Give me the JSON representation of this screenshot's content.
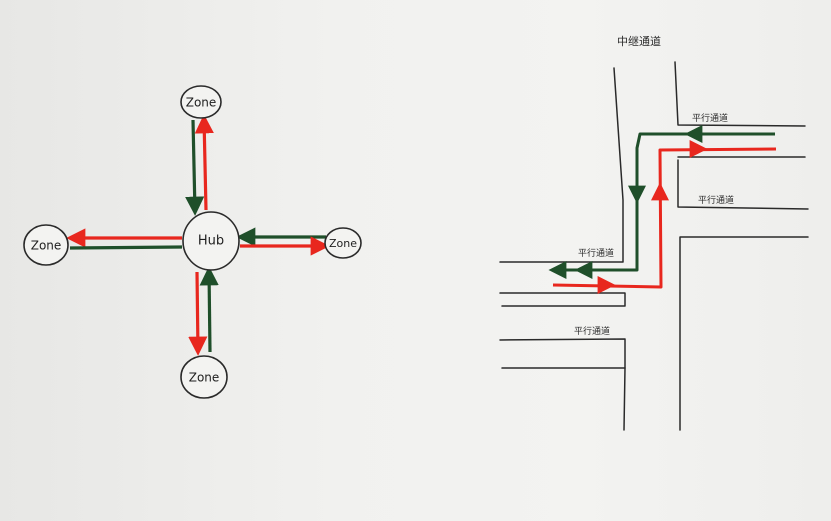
{
  "colors": {
    "green": "#1f4f2a",
    "red": "#e8271e",
    "ink": "#2a2a2a"
  },
  "hub_diagram": {
    "hub_label": "Hub",
    "zone_top_label": "Zone",
    "zone_left_label": "Zone",
    "zone_right_label": "Zone",
    "zone_bottom_label": "Zone"
  },
  "relay_diagram": {
    "title": "中继通道",
    "lane_label_upper_right": "平行通道",
    "lane_label_middle_right": "平行通道",
    "lane_label_left_upper": "平行通道",
    "lane_label_left_lower": "平行通道"
  }
}
